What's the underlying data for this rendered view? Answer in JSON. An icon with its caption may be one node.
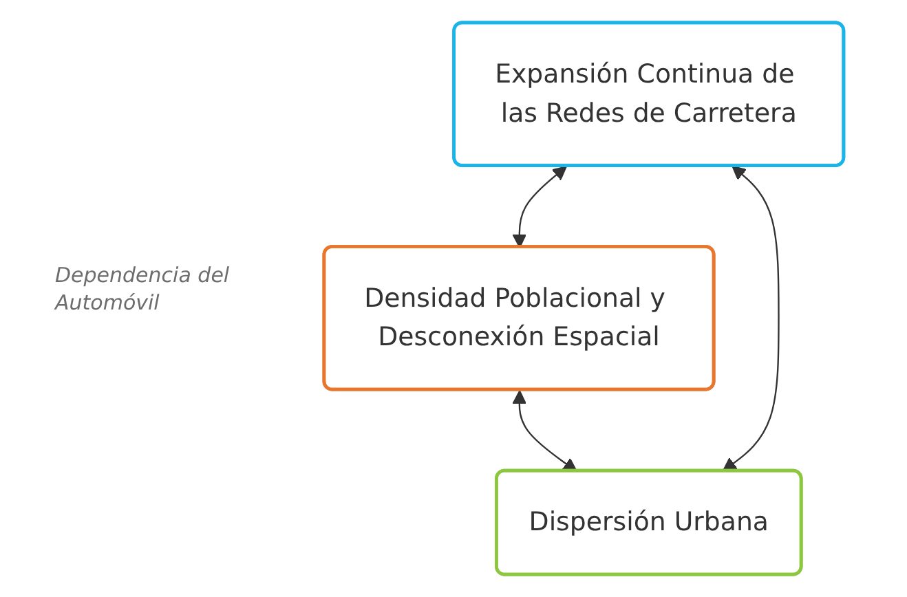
{
  "diagram": {
    "nodes": [
      {
        "text": [
          "Expansión Continua de las Redes de Carretera"
        ]
      },
      {
        "text": [
          "Densidad Poblacional y Desconexión Espacial"
        ]
      },
      {
        "text": [
          "Dispersión Urbana"
        ]
      }
    ],
    "edges": [
      {
        "from": 0,
        "to": 1,
        "arrow": "both"
      },
      {
        "from": 1,
        "to": 2,
        "arrow": "both"
      },
      {
        "from": 2,
        "to": 0,
        "arrow": "both"
      }
    ],
    "labels": [
      "Dependencia del Automóvil"
    ]
  }
}
